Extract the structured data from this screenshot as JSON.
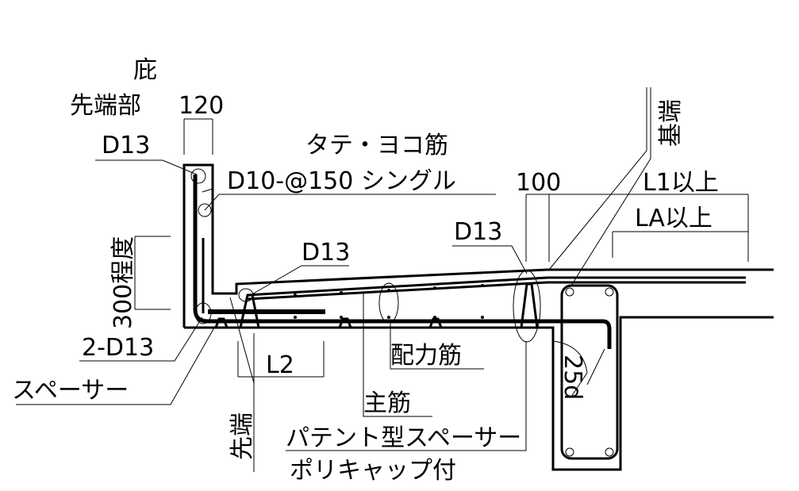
{
  "title": "庇",
  "labels": {
    "tip_part": "先端部",
    "dim_120": "120",
    "d13_top": "D13",
    "tate_yoko": "タテ・ヨコ筋",
    "d10": "D10-@150 シングル",
    "approx_300": "300程度",
    "two_d13": "2-D13",
    "spacer": "スペーサー",
    "d13_mid": "D13",
    "d13_right": "D13",
    "dim_100": "100",
    "l1": "L1以上",
    "la": "LA以上",
    "base_end": "基端",
    "l2": "L2",
    "distribution_bar": "配力筋",
    "main_bar": "主筋",
    "tip": "先端",
    "patent_spacer": "パテント型スペーサー",
    "poly_cap": "ポリキャップ付",
    "anchor_25d": "25d"
  }
}
